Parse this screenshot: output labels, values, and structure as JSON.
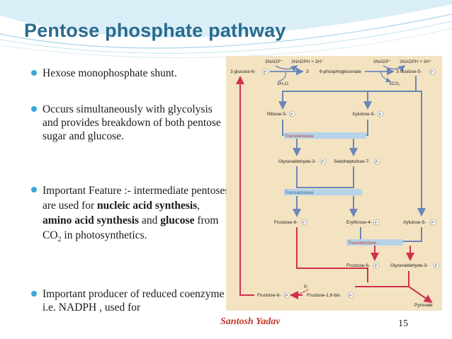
{
  "slide": {
    "title": "Pentose phosphate pathway",
    "author": "Santosh Yadav",
    "page_number": "15"
  },
  "bullets": {
    "b1": "Hexose monophosphate shunt.",
    "b2": "Occurs simultaneously with glycolysis  and provides breakdown of both pentose sugar and glucose.",
    "b3": {
      "part1": "Important Feature :- intermediate pentoses are used for ",
      "bold1": "nucleic acid synthesis",
      "part2": ", ",
      "bold2": "amino acid synthesis",
      "part3": " and ",
      "bold3": "glucose",
      "part4": " from CO",
      "sub": "2",
      "part5": " in photosynthetics."
    },
    "b4": "Important producer of reduced coenzyme i.e. NADPH , used for"
  },
  "diagram": {
    "nadp1": "3NADP⁺",
    "nadph1": "3NADPH + 3H⁺",
    "nadp2": "3NADP⁺",
    "nadph2": "3NADPH + 3H⁺",
    "glucose6p": "3 glucose-6-",
    "three": "3",
    "phosphogluconate": "6-phosphogluconate",
    "ribulose5p": "3 ribulose-5-",
    "h2o": "3H₂O",
    "co2": "3CO₂",
    "ribose5p": "Ribose-5-",
    "xylulose5p_top": "Xylulose-5-",
    "transketolase1": "Transketolase",
    "glyceraldehyde3p_top": "Glyceraldehyde-3-",
    "sedoheptulose7p": "Sedoheptulose-7-",
    "transaldolase": "Transaldolase",
    "fructose6p_left": "Fructose-6-",
    "erythrose4p": "Erythrose-4-",
    "xylulose5p_bottom": "Xylulose-5-",
    "transketolase2": "Transketolase",
    "fructose6p_mid": "Fructose-6-",
    "glyceraldehyde3p_bottom": "Glyceraldehyde-3-",
    "pi": "Pᵢ",
    "fructose6p_bottom": "Fructose-6-",
    "fructose16bis": "Fructose-1,6-bis",
    "pyruvate": "Pyruvate",
    "p": "P"
  },
  "colors": {
    "title": "#2a6b8e",
    "bullet": "#3aa8d8",
    "diagram_bg": "#f3e3c1",
    "enzyme_bar": "#b7d3ea",
    "red_arrow": "#d2304f",
    "blue_arrow": "#6b86b8",
    "author": "#c0392b"
  }
}
